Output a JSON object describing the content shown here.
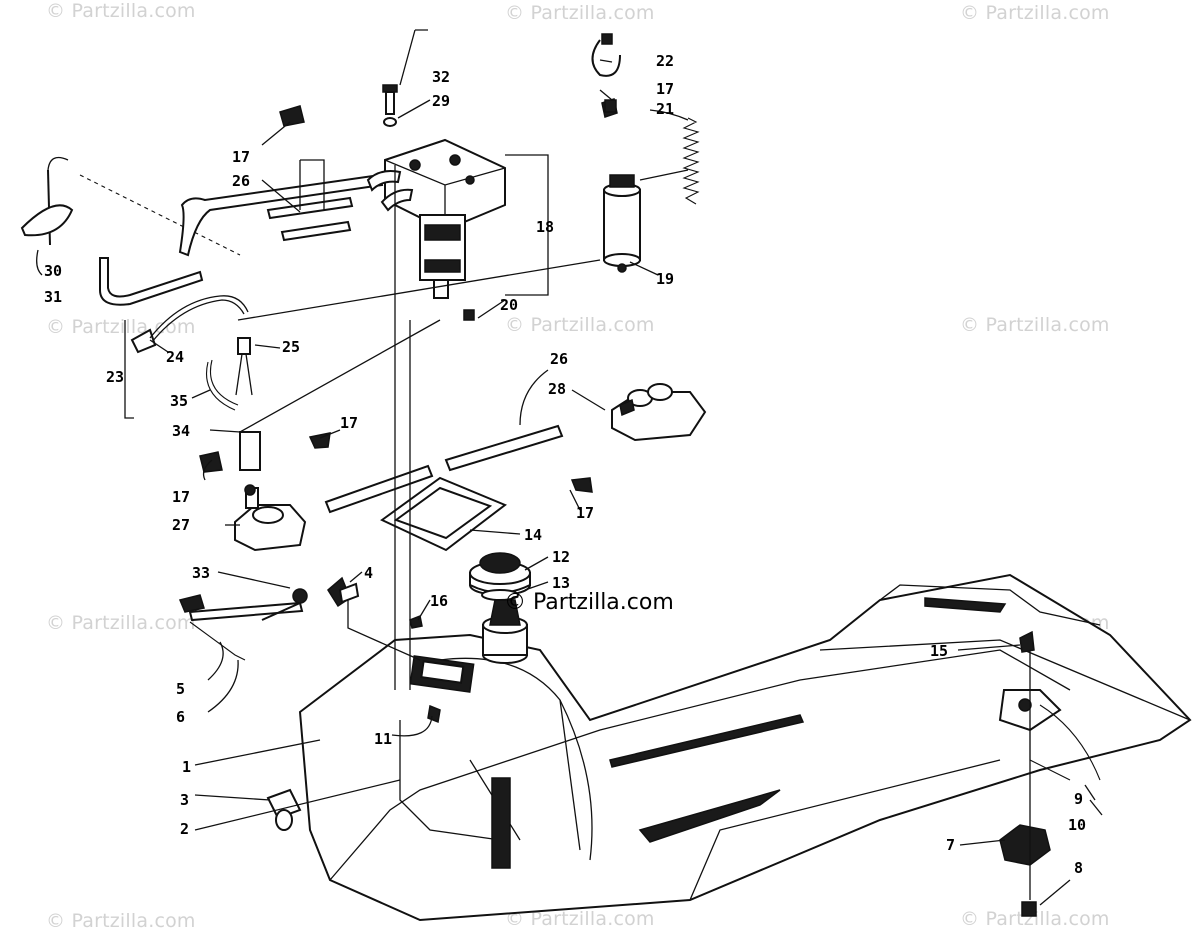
{
  "watermark": "© Partzilla.com",
  "center_watermark": "© Partzilla.com",
  "colors": {
    "ink": "#111111",
    "watermark": "#d2d2d2",
    "paper": "#ffffff"
  },
  "callouts": [
    "1",
    "2",
    "3",
    "4",
    "5",
    "6",
    "7",
    "8",
    "9",
    "10",
    "11",
    "12",
    "13",
    "14",
    "15",
    "16",
    "17",
    "17",
    "17",
    "17",
    "17",
    "18",
    "19",
    "20",
    "21",
    "22",
    "23",
    "24",
    "25",
    "26",
    "26",
    "27",
    "28",
    "29",
    "30",
    "31",
    "32",
    "33",
    "34",
    "35"
  ]
}
